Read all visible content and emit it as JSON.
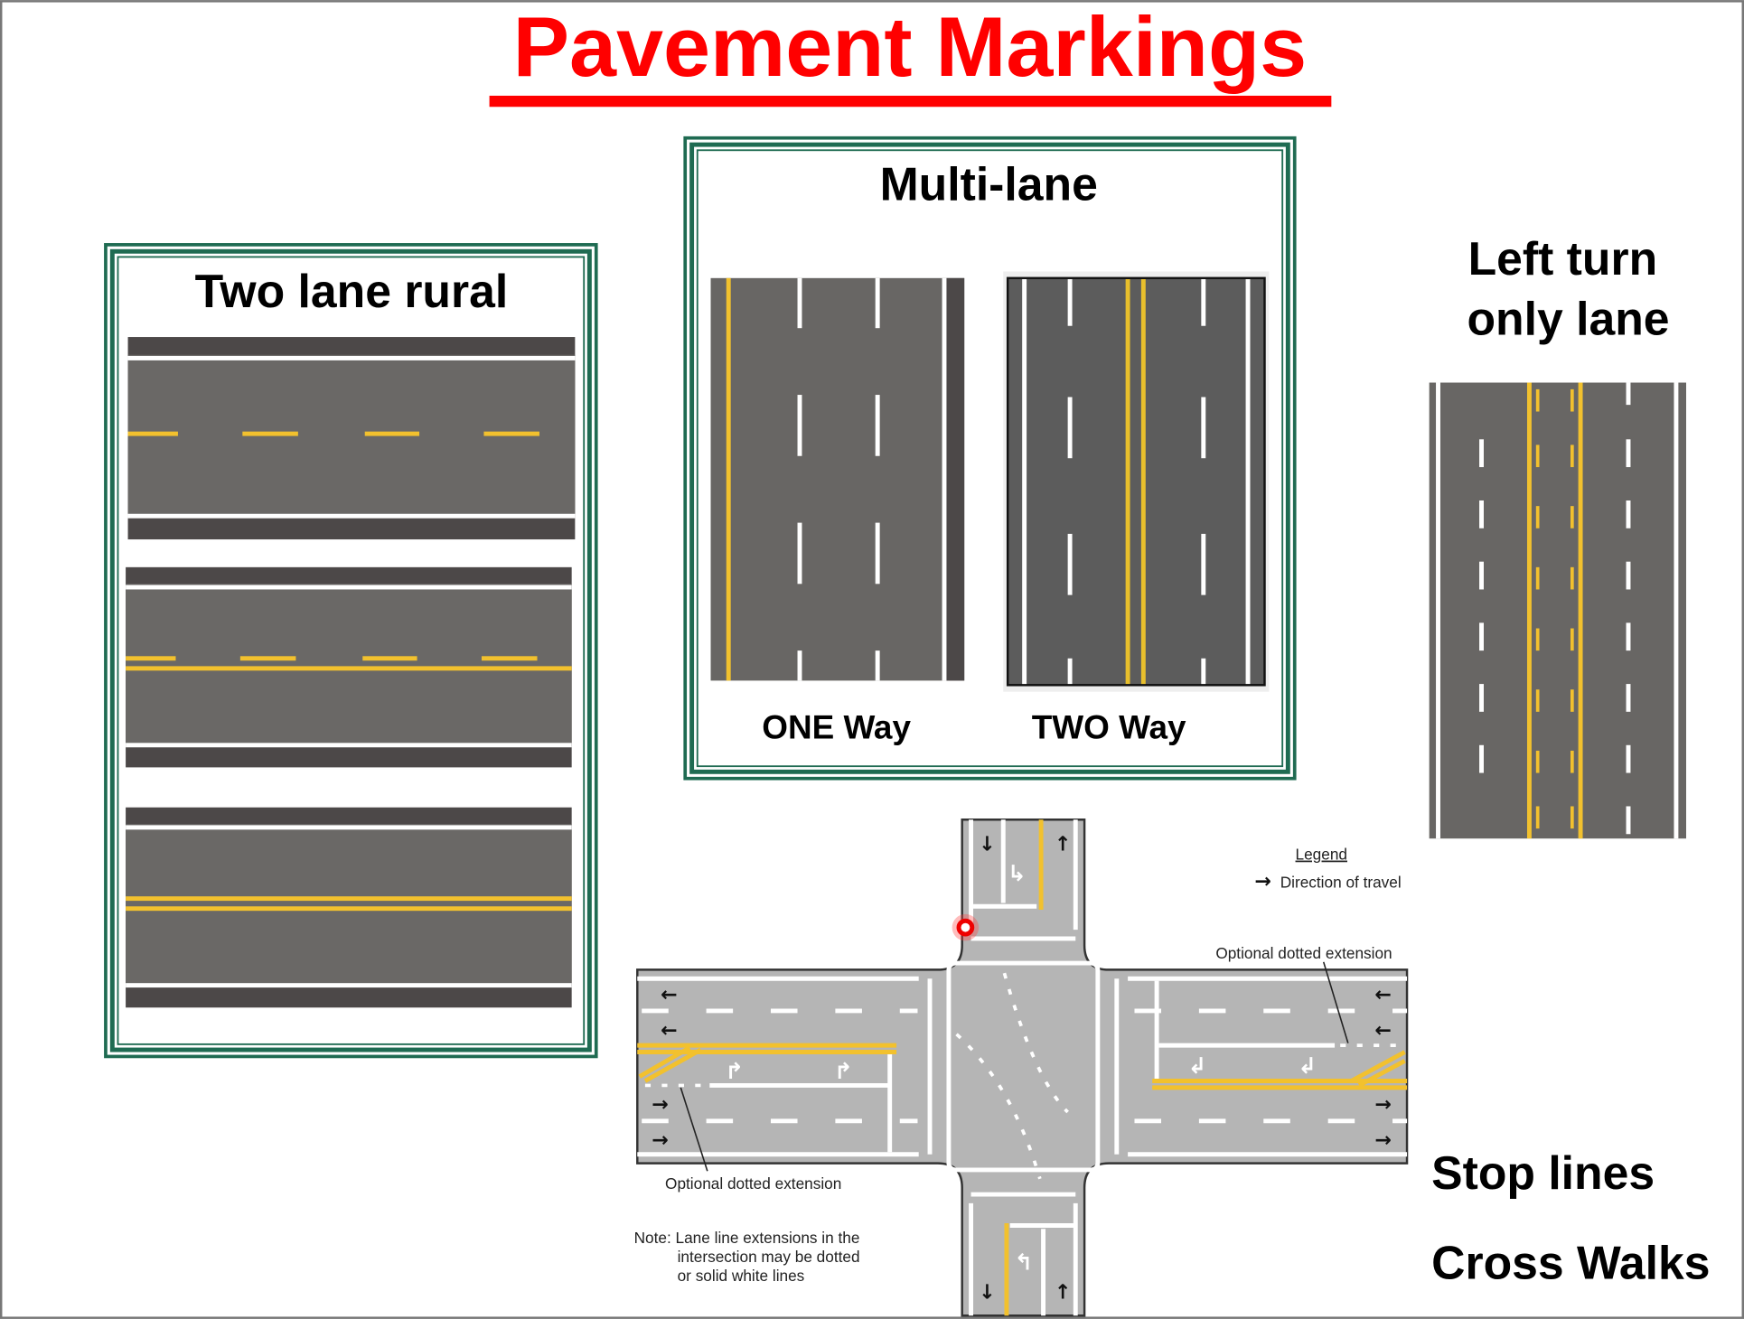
{
  "title": "Pavement Markings",
  "two_lane": {
    "heading": "Two lane rural"
  },
  "multi_lane": {
    "heading": "Multi-lane",
    "one_way": "ONE Way",
    "two_way": "TWO Way"
  },
  "left_turn": {
    "line1": "Left turn",
    "line2": "only lane"
  },
  "intersection": {
    "legend_title": "Legend",
    "legend_item": "Direction of travel",
    "optional_right": "Optional dotted extension",
    "optional_left": "Optional dotted extension",
    "note1": "Note: Lane line extensions in the",
    "note2": "intersection may be dotted",
    "note3": "or solid white lines"
  },
  "labels": {
    "stop_lines": "Stop lines",
    "cross_walks": "Cross Walks"
  },
  "colors": {
    "title": "#ff0000",
    "frame": "#1f6b52",
    "asphalt": "#686664",
    "yellow": "#f2c12e",
    "diagram_road": "#b5b5b5"
  }
}
